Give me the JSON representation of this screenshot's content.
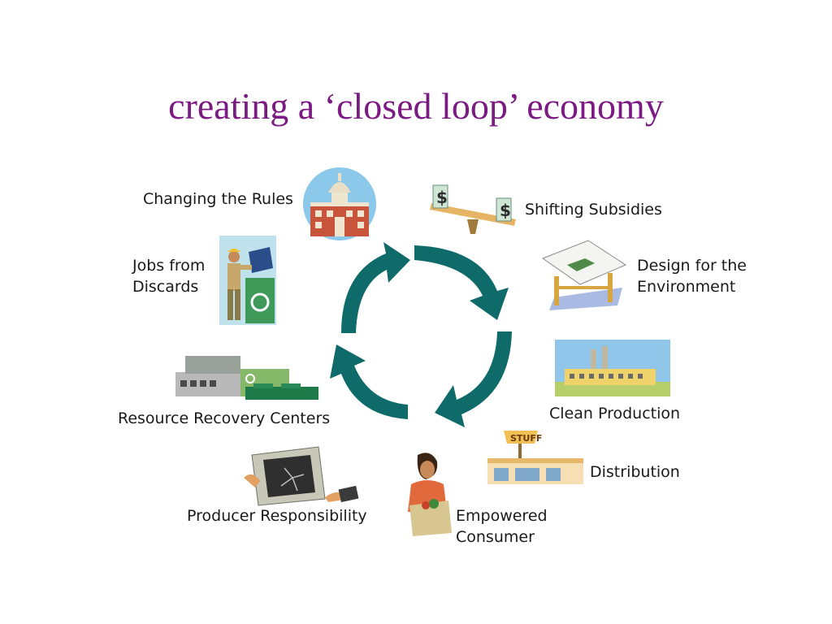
{
  "title": "creating a ‘closed loop’ economy",
  "stages": {
    "changing_rules": "Changing the Rules",
    "shifting_subsidies": "Shifting Subsidies",
    "design_env": [
      "Design for the",
      "Environment"
    ],
    "clean_production": "Clean Production",
    "distribution": "Distribution",
    "empowered_consumer": [
      "Empowered",
      "Consumer"
    ],
    "producer_responsibility": "Producer Responsibility",
    "resource_recovery": "Resource Recovery Centers",
    "jobs_discards": [
      "Jobs from",
      "Discards"
    ]
  },
  "images": {
    "subsidy_sign_left": "$",
    "subsidy_sign_right": "$",
    "store_sign": "STUFF"
  },
  "colors": {
    "title": "#7b1a82",
    "arrows": "#0e6b6a"
  }
}
